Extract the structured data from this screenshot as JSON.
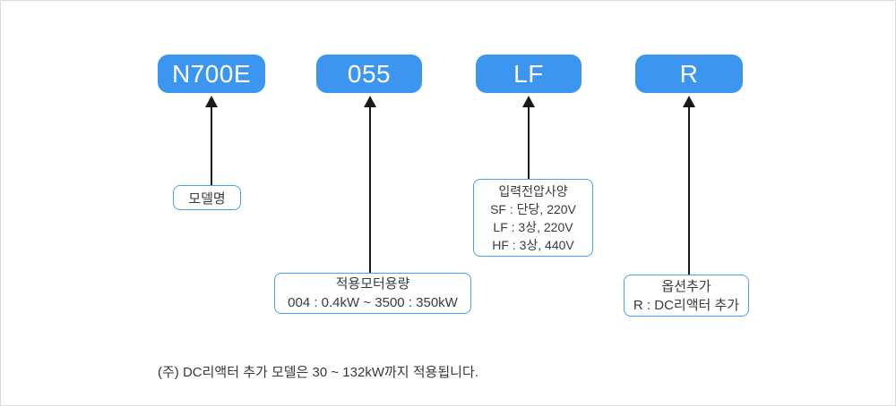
{
  "diagram": {
    "segments": [
      {
        "code": "N700E",
        "label_lines": [
          "모델명"
        ]
      },
      {
        "code": "055",
        "label_lines": [
          "적용모터용량",
          "004 : 0.4kW ~ 3500 : 350kW"
        ]
      },
      {
        "code": "LF",
        "label_lines": [
          "입력전압사양",
          "SF : 단당, 220V",
          "LF : 3상, 220V",
          "HF : 3상, 440V"
        ]
      },
      {
        "code": "R",
        "label_lines": [
          "옵션추가",
          "R : DC리액터 추가"
        ]
      }
    ],
    "note": "(주) DC리액터 추가 모델은 30 ~ 132kW까지 적용됩니다.",
    "colors": {
      "chip_bg": "#3c96f0",
      "chip_text": "#ffffff",
      "label_border": "#4aa0f0",
      "label_text": "#3b3b3b",
      "arrow": "#1a1a1a",
      "canvas_border": "#dcdcdc"
    }
  }
}
